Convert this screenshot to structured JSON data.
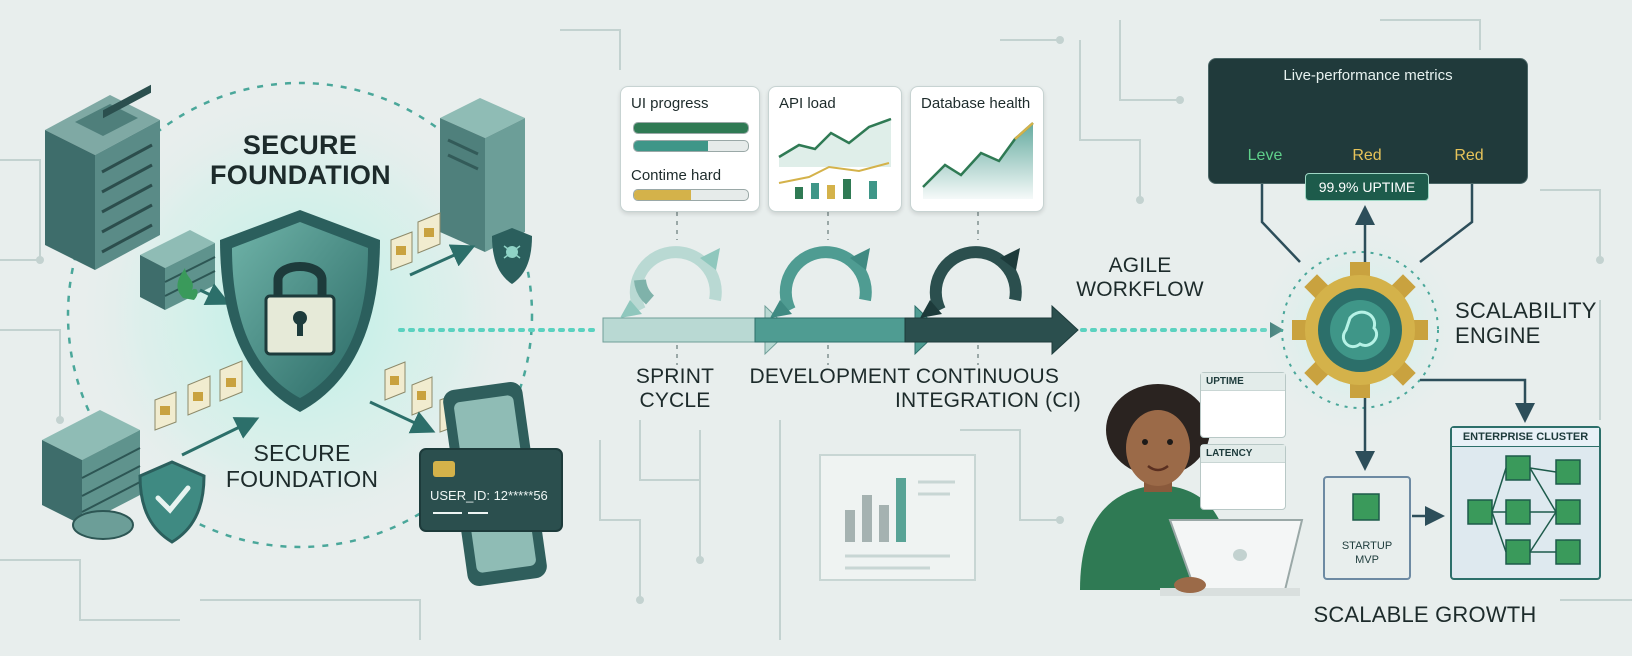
{
  "labels": {
    "secure_foundation_top": "SECURE\nFOUNDATION",
    "secure_foundation_bottom": "SECURE\nFOUNDATION",
    "sprint_cycle": "SPRINT\nCYCLE",
    "development": "DEVELOPMENT",
    "continuous_integration": "CONTINUOUS\nINTEGRATION (CI)",
    "agile_workflow": "AGILE\nWORKFLOW",
    "scalability_engine": "SCALABILITY\nENGINE",
    "scalable_growth": "SCALABLE GROWTH"
  },
  "cards": {
    "ui_progress": "UI progress",
    "contime_hard": "Contime hard",
    "api_load": "API load",
    "database_health": "Database health"
  },
  "metrics": {
    "title": "Live-performance metrics",
    "gauges": [
      "Leve",
      "Red",
      "Red"
    ],
    "uptime": "99.9% UPTIME"
  },
  "mini_cards": {
    "uptime": "UPTIME",
    "latency": "LATENCY"
  },
  "payment_card": {
    "user_id": "USER_ID: 12*****56"
  },
  "growth": {
    "enterprise_cluster": "ENTERPRISE CLUSTER",
    "startup_mvp": "STARTUP\nMVP"
  },
  "colors": {
    "teal_dark": "#2c6f6a",
    "teal_mid": "#3f9688",
    "teal_light": "#8fd3c6",
    "gold": "#d4b24a",
    "green": "#3a9a5b",
    "background": "#e8eeed"
  }
}
